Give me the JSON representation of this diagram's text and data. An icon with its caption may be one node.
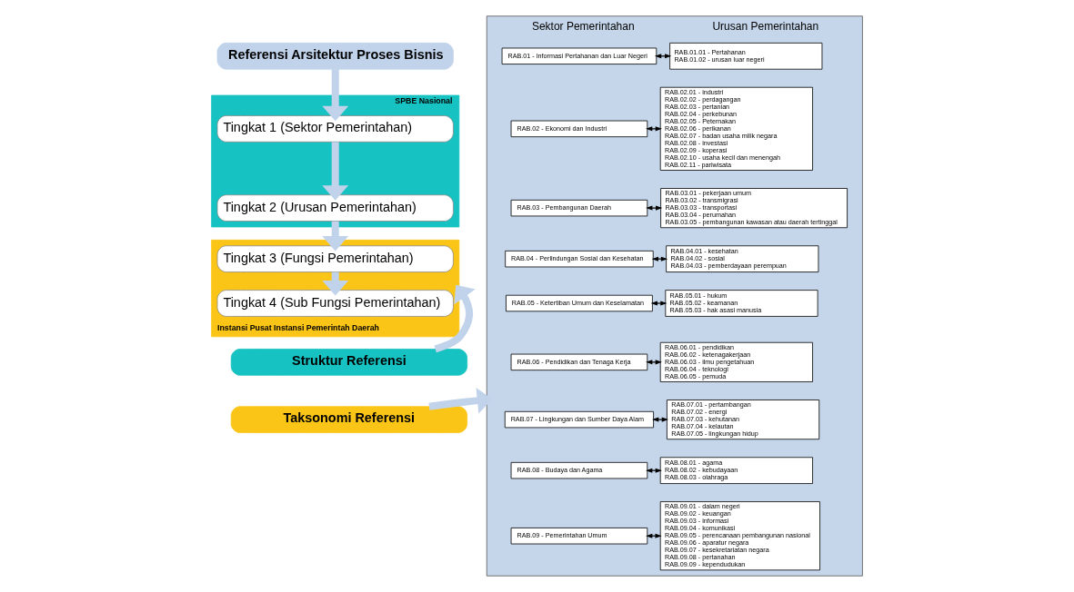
{
  "diagram": {
    "nodes": [
      {
        "text": [
          "Referensi Arsitektur Proses Bisnis"
        ]
      },
      {
        "text": [
          "SPBE Nasional"
        ]
      },
      {
        "text": [
          "Tingkat 1 (Sektor Pemerintahan)"
        ],
        "in": 1
      },
      {
        "text": [
          "Tingkat 2 (Urusan Pemerintahan)"
        ],
        "in": 1
      },
      {
        "text": [
          "Instansi Pusat Instansi Pemerintah Daerah"
        ]
      },
      {
        "text": [
          "Tingkat 3 (Fungsi Pemerintahan)"
        ],
        "in": 4
      },
      {
        "text": [
          "Tingkat 4 (Sub Fungsi Pemerintahan)"
        ],
        "in": 4
      },
      {
        "text": [
          "Struktur Referensi"
        ]
      },
      {
        "text": [
          "Taksonomi Referensi"
        ]
      },
      {
        "text": [
          "Sektor Pemerintahan",
          "Urusan Pemerintahan"
        ]
      },
      {
        "text": [
          "RAB.01 - Informasi Pertahanan dan Luar Negeri"
        ],
        "in": 9
      },
      {
        "text": [
          "RAB.01.01 - Pertahanan",
          "RAB.01.02 - urusan luar negeri"
        ],
        "in": 9
      },
      {
        "text": [
          "RAB.02 - Ekonomi dan Industri"
        ],
        "in": 9
      },
      {
        "text": [
          "RAB.02.01 - industri",
          "RAB.02.02 - perdagangan",
          "RAB.02.03 - pertanian",
          "RAB.02.04 - perkebunan",
          "RAB.02.05 - Peternakan",
          "RAB.02.06 - perikanan",
          "RAB.02.07 - badan usaha milik negara",
          "RAB.02.08 - investasi",
          "RAB.02.09 - koperasi",
          "RAB.02.10 - usaha kecil dan menengah",
          "RAB.02.11 - pariwisata"
        ],
        "in": 9
      },
      {
        "text": [
          "RAB.03 - Pembangunan Daerah"
        ],
        "in": 9
      },
      {
        "text": [
          "RAB.03.01 - pekerjaan umum",
          "RAB.03.02 - transmigrasi",
          "RAB.03.03 - transportasi",
          "RAB.03.04 - perumahan",
          "RAB.03.05 - pembangunan kawasan atau daerah tertinggal"
        ],
        "in": 9
      },
      {
        "text": [
          "RAB.04 - Perlindungan Sosial dan Kesehatan"
        ],
        "in": 9
      },
      {
        "text": [
          "RAB.04.01 - kesehatan",
          "RAB.04.02 - sosial",
          "RAB.04.03 - pemberdayaan perempuan"
        ],
        "in": 9
      },
      {
        "text": [
          "RAB.05 - Ketertiban Umum dan Keselamatan"
        ],
        "in": 9
      },
      {
        "text": [
          "RAB.05.01 - hukum",
          "RAB.05.02 - keamanan",
          "RAB.05.03 - hak asasi manusia"
        ],
        "in": 9
      },
      {
        "text": [
          "RAB.06 - Pendidikan dan Tenaga Kerja"
        ],
        "in": 9
      },
      {
        "text": [
          "RAB.06.01 - pendidikan",
          "RAB.06.02 - ketenagakerjaan",
          "RAB.06.03 - ilmu pengetahuan",
          "RAB.06.04 - teknologi",
          "RAB.06.05 - pemuda"
        ],
        "in": 9
      },
      {
        "text": [
          "RAB.07 - Lingkungan dan Sumber Daya Alam"
        ],
        "in": 9
      },
      {
        "text": [
          "RAB.07.01 - pertambangan",
          "RAB.07.02 - energi",
          "RAB.07.03 - kehutanan",
          "RAB.07.04 - kelautan",
          "RAB.07.05 - lingkungan hidup"
        ],
        "in": 9
      },
      {
        "text": [
          "RAB.08 - Budaya dan Agama"
        ],
        "in": 9
      },
      {
        "text": [
          "RAB.08.01 - agama",
          "RAB.08.02 - kebudayaan",
          "RAB.08.03 - olahraga"
        ],
        "in": 9
      },
      {
        "text": [
          "RAB.09 - Pemerintahan Umum"
        ],
        "in": 9
      },
      {
        "text": [
          "RAB.09.01 - dalam negeri",
          "RAB.09.02 - keuangan",
          "RAB.09.03 - informasi",
          "RAB.09.04 - komunikasi",
          "RAB.09.05 - perencanaan pembangunan nasional",
          "RAB.09.06 - aparatur negara",
          "RAB.09.07 - kesekretariatan negara",
          "RAB.09.08 - pertanahan",
          "RAB.09.09 - kependudukan"
        ],
        "in": 9
      }
    ],
    "edges": [
      {
        "from": 0,
        "to": 2,
        "arrow": "to",
        "style": "thick",
        "color": "#c0d3ea"
      },
      {
        "from": 2,
        "to": 3,
        "arrow": "to",
        "style": "thick",
        "color": "#c0d3ea"
      },
      {
        "from": 3,
        "to": 5,
        "arrow": "to",
        "style": "thick",
        "color": "#c0d3ea"
      },
      {
        "from": 5,
        "to": 6,
        "arrow": "to",
        "style": "thick",
        "color": "#c0d3ea"
      },
      {
        "from": 7,
        "to": 4,
        "arrow": "to",
        "style": "thick",
        "color": "#c0d3ea"
      },
      {
        "from": 8,
        "to": 9,
        "arrow": "to",
        "style": "thick",
        "color": "#c0d3ea"
      },
      {
        "from": 10,
        "to": 11,
        "arrow": "both"
      },
      {
        "from": 12,
        "to": 13,
        "arrow": "both"
      },
      {
        "from": 14,
        "to": 15,
        "arrow": "both"
      },
      {
        "from": 16,
        "to": 17,
        "arrow": "both"
      },
      {
        "from": 18,
        "to": 19,
        "arrow": "both"
      },
      {
        "from": 20,
        "to": 21,
        "arrow": "both"
      },
      {
        "from": 22,
        "to": 23,
        "arrow": "both"
      },
      {
        "from": 24,
        "to": 25,
        "arrow": "both"
      },
      {
        "from": 26,
        "to": 27,
        "arrow": "both"
      }
    ]
  }
}
